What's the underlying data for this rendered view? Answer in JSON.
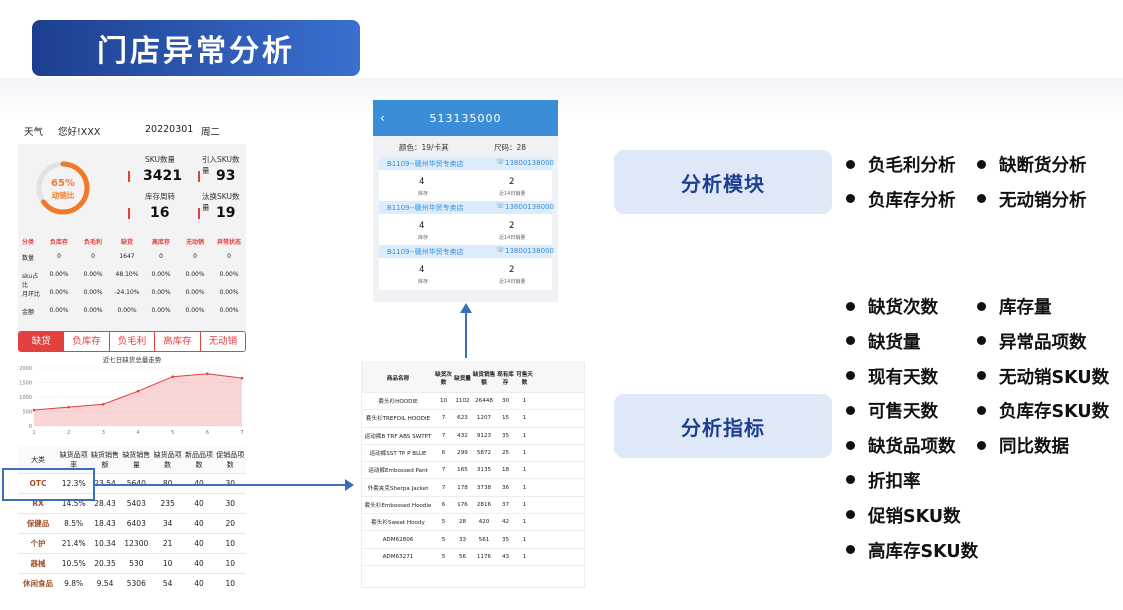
{
  "title": "门店异常分析",
  "phone1": {
    "weather": "天气",
    "greeting": "您好!XXX",
    "date": "20220301",
    "weekday": "周二",
    "gauge": {
      "percent": "65%",
      "label": "动销比",
      "fraction": 0.65
    },
    "kpis": [
      {
        "label": "SKU数量",
        "value": "3421"
      },
      {
        "label": "引入SKU数量",
        "value": "93"
      },
      {
        "label": "库存周转",
        "value": "16"
      },
      {
        "label": "汰换SKU数量",
        "value": "19"
      }
    ],
    "grid_header": [
      "分类",
      "负库存",
      "负毛利",
      "缺货",
      "高库存",
      "无动销",
      "异常状态"
    ],
    "grid_rows": [
      [
        "数量",
        "0",
        "0",
        "1647",
        "0",
        "0",
        "0"
      ],
      [
        "sku占比",
        "0.00%",
        "0.00%",
        "48.10%",
        "0.00%",
        "0.00%",
        "0.00%"
      ],
      [
        "月环比",
        "0.00%",
        "0.00%",
        "-24.10%",
        "0.00%",
        "0.00%",
        "0.00%"
      ],
      [
        "金额",
        "0.00%",
        "0.00%",
        "0.00%",
        "0.00%",
        "0.00%",
        "0.00%"
      ]
    ],
    "tabs": [
      "缺货",
      "负库存",
      "负毛利",
      "高库存",
      "无动销"
    ],
    "active_tab": 0,
    "chart_title": "近七日缺货总量走势",
    "table_header": [
      "大类",
      "缺货品项率",
      "缺货销售额",
      "缺货销售量",
      "缺货品项数",
      "新品品项数",
      "促销品项数"
    ],
    "table_rows": [
      [
        "OTC",
        "12.3%",
        "23.54",
        "5640",
        "80",
        "40",
        "30"
      ],
      [
        "RX",
        "14.5%",
        "28.43",
        "5403",
        "235",
        "40",
        "30"
      ],
      [
        "保健品",
        "8.5%",
        "18.43",
        "6403",
        "34",
        "40",
        "20"
      ],
      [
        "个护",
        "21.4%",
        "10.34",
        "12300",
        "21",
        "40",
        "10"
      ],
      [
        "器械",
        "10.5%",
        "20.35",
        "530",
        "10",
        "40",
        "10"
      ],
      [
        "休闲食品",
        "9.8%",
        "9.54",
        "5306",
        "54",
        "40",
        "10"
      ]
    ]
  },
  "chart_data": {
    "type": "area",
    "title": "近七日缺货总量走势",
    "x": [
      1,
      2,
      3,
      4,
      5,
      6,
      7
    ],
    "y": [
      550,
      650,
      750,
      1200,
      1700,
      1800,
      1650
    ],
    "xticks": [
      "1",
      "2",
      "3",
      "4",
      "5",
      "6",
      "7"
    ],
    "yticks": [
      "0",
      "500",
      "1000",
      "1500",
      "2000"
    ],
    "ylim": [
      0,
      2000
    ],
    "color": "#e34040"
  },
  "phone2": {
    "title": "513135000",
    "color_label": "颜色：19/卡其",
    "size_label": "尺码：28",
    "cards": [
      {
        "store": "B1109--赣州华贸专卖店",
        "phone": "13800138000",
        "stock": "4",
        "stock_label": "库存",
        "sales": "2",
        "sales_label": "近14日销量"
      },
      {
        "store": "B1109--赣州华贸专卖店",
        "phone": "13800138000",
        "stock": "4",
        "stock_label": "库存",
        "sales": "2",
        "sales_label": "近14日销量"
      },
      {
        "store": "B1109--赣州华贸专卖店",
        "phone": "13800138000",
        "stock": "4",
        "stock_label": "库存",
        "sales": "2",
        "sales_label": "近14日销量"
      }
    ]
  },
  "table2": {
    "header": [
      "商品名称",
      "缺货次数",
      "缺货量",
      "缺货销售额",
      "现有库存",
      "可售天数"
    ],
    "rows": [
      [
        "套头衫HOODIE",
        "10",
        "1102",
        "26448",
        "30",
        "1"
      ],
      [
        "套头衫TREFOIL HOODIE",
        "7",
        "623",
        "1207",
        "15",
        "1"
      ],
      [
        "运动裤B TRF ABS SWTPT",
        "7",
        "432",
        "9123",
        "35",
        "1"
      ],
      [
        "运动裤SST TP P BLUE",
        "6",
        "299",
        "5872",
        "25",
        "1"
      ],
      [
        "运动裤Embossed Pant",
        "7",
        "165",
        "3135",
        "18",
        "1"
      ],
      [
        "外套夹克Sherpa Jacket",
        "7",
        "178",
        "3738",
        "36",
        "1"
      ],
      [
        "套头衫Embossed Hoodie",
        "6",
        "176",
        "2816",
        "37",
        "1"
      ],
      [
        "套头衫Sweat Hoody",
        "5",
        "28",
        "420",
        "42",
        "1"
      ],
      [
        "ADM62806",
        "5",
        "33",
        "561",
        "35",
        "1"
      ],
      [
        "ADM63271",
        "5",
        "56",
        "1176",
        "43",
        "1"
      ]
    ]
  },
  "module": {
    "label": "分析模块",
    "items_left": [
      "负毛利分析",
      "负库存分析"
    ],
    "items_right": [
      "缺断货分析",
      "无动销分析"
    ]
  },
  "metrics": {
    "label": "分析指标",
    "items_left": [
      "缺货次数",
      "缺货量",
      "现有天数",
      "可售天数",
      "缺货品项数",
      "折扣率",
      "促销SKU数",
      "高库存SKU数"
    ],
    "items_right": [
      "库存量",
      "异常品项数",
      "无动销SKU数",
      "负库存SKU数",
      "同比数据"
    ]
  }
}
